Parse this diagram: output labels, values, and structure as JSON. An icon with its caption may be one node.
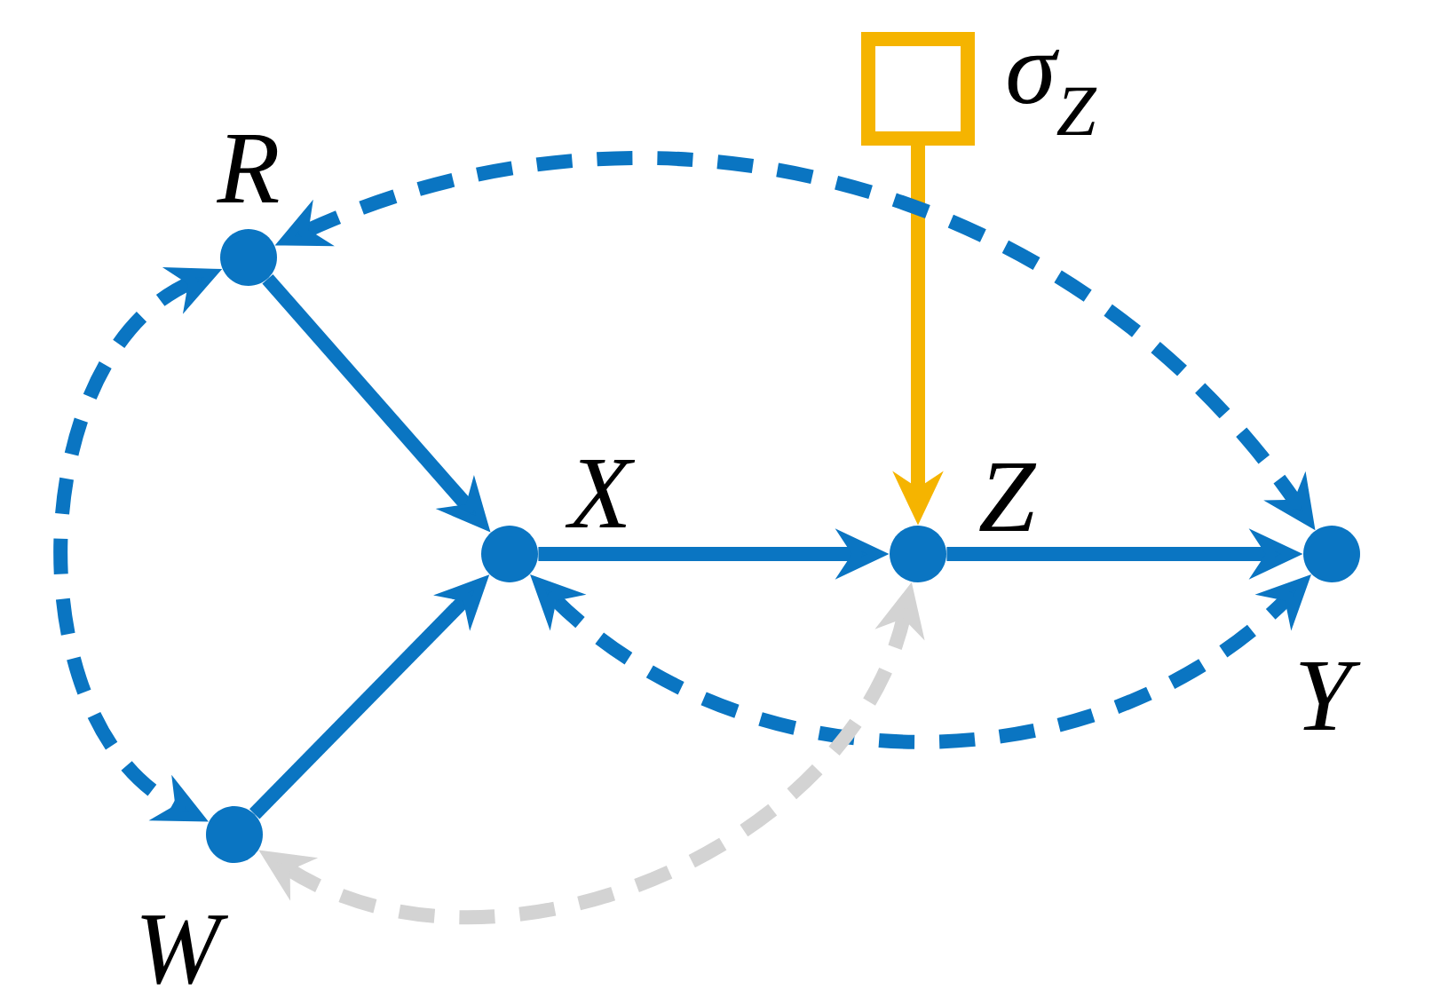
{
  "diagram": {
    "nodes": [
      {
        "text": [],
        "shape": "box",
        "beside": [
          "σ$_{Z}$"
        ]
      },
      {
        "text": [],
        "shape": "circle",
        "beside": [
          "R"
        ]
      },
      {
        "text": [],
        "shape": "circle",
        "beside": [
          "X"
        ]
      },
      {
        "text": [],
        "shape": "circle",
        "beside": [
          "Z"
        ]
      },
      {
        "text": [],
        "shape": "circle",
        "beside": [
          "Y"
        ]
      },
      {
        "text": [],
        "shape": "circle",
        "beside": [
          "W"
        ]
      }
    ],
    "edges": [
      {
        "from": 1,
        "to": 2,
        "arrow": "to"
      },
      {
        "from": 5,
        "to": 2,
        "arrow": "to"
      },
      {
        "from": 2,
        "to": 3,
        "arrow": "to"
      },
      {
        "from": 3,
        "to": 4,
        "arrow": "to"
      },
      {
        "from": 0,
        "to": 3,
        "arrow": "to",
        "color": "#f5b400"
      },
      {
        "from": 1,
        "to": 5,
        "arrow": "both",
        "style": "dashed"
      },
      {
        "from": 1,
        "to": 4,
        "arrow": "both",
        "style": "dashed"
      },
      {
        "from": 2,
        "to": 4,
        "arrow": "both",
        "style": "dashed"
      },
      {
        "from": 5,
        "to": 3,
        "arrow": "both",
        "style": "dashed",
        "color": "#d3d3d3"
      }
    ]
  }
}
